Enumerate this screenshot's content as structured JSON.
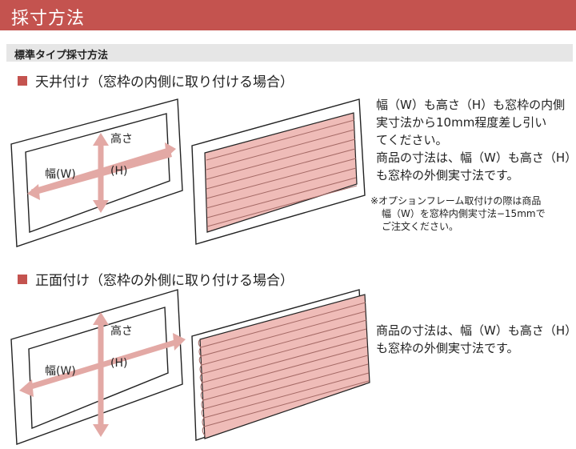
{
  "header": {
    "title": "採寸方法"
  },
  "subheader": {
    "label": "標準タイプ採寸方法"
  },
  "sections": [
    {
      "heading": "天井付け（窓枠の内側に取り付ける場合）",
      "label_w": "幅(W)",
      "label_h_1": "高さ",
      "label_h_2": "(H)",
      "desc_lines": [
        "幅（W）も高さ（H）も窓枠の内側",
        "実寸法から10mm程度差し引い",
        "てください。",
        "商品の寸法は、幅（W）も高さ（H）",
        "も窓枠の外側実寸法です。"
      ],
      "note_lines": [
        "※オプションフレーム取付けの際は商品",
        "幅（W）を窓枠内側実寸法−15mmで",
        "ご注文ください。"
      ]
    },
    {
      "heading": "正面付け（窓枠の外側に取り付ける場合）",
      "label_w": "幅(W)",
      "label_h_1": "高さ",
      "label_h_2": "(H)",
      "desc_lines": [
        "商品の寸法は、幅（W）も高さ（H）",
        "も窓枠の外側実寸法です。"
      ]
    }
  ],
  "colors": {
    "accent": "#c4534f",
    "arrow": "#e3a9a5",
    "blind": "#efbcb8",
    "blind_line": "#a56a66",
    "frame_fill": "#ffffff",
    "frame_stroke": "#222222"
  }
}
